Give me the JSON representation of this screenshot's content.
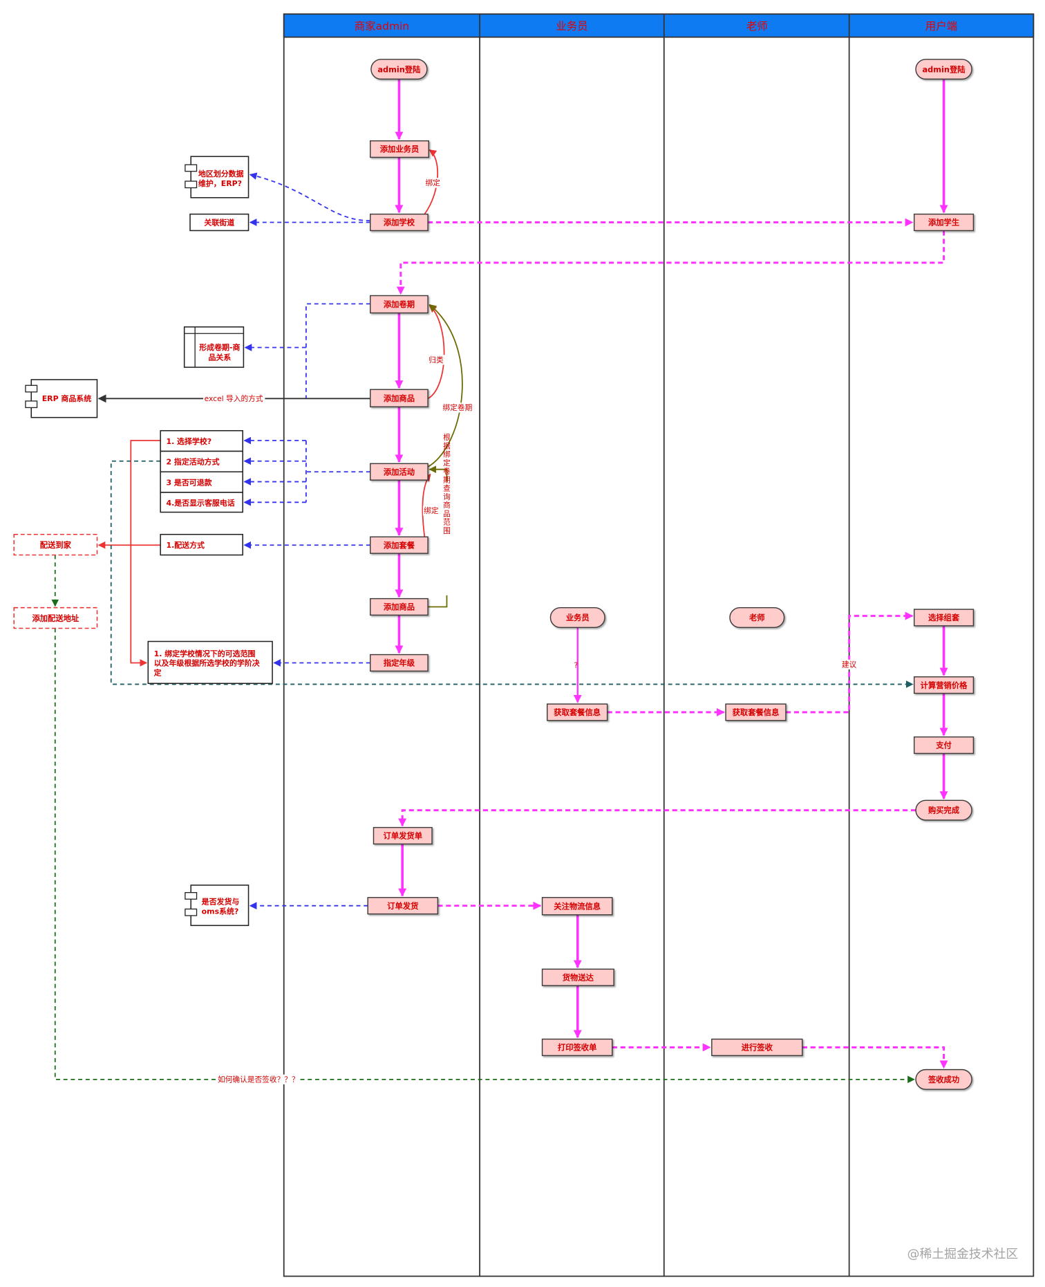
{
  "lanes": [
    {
      "title": "商家admin"
    },
    {
      "title": "业务员"
    },
    {
      "title": "老师"
    },
    {
      "title": "用户端"
    }
  ],
  "merchant": {
    "admin_login": "admin登陆",
    "add_salesperson": "添加业务员",
    "add_school": "添加学校",
    "add_issue": "添加卷期",
    "add_product": "添加商品",
    "add_activity": "添加活动",
    "add_package": "添加套餐",
    "add_product_2": "添加商品",
    "assign_grade": "指定年级",
    "order_shipping_list": "订单发货单",
    "order_ship": "订单发货"
  },
  "salesperson": {
    "start": "业务员",
    "get_package": "获取套餐信息",
    "track_logistics": "关注物流信息",
    "delivered": "货物送达",
    "print_receipt": "打印签收单"
  },
  "teacher": {
    "start": "老师",
    "get_package": "获取套餐信息",
    "sign": "进行签收"
  },
  "user": {
    "admin_login": "admin登陆",
    "add_student": "添加学生",
    "choose_bundle": "选择组套",
    "calc_price": "计算营销价格",
    "pay": "支付",
    "purchase_done": "购买完成",
    "signed": "签收成功"
  },
  "external": {
    "region_data": [
      "地区划分数据",
      "维护，ERP?"
    ],
    "link_street": "关联街道",
    "issue_product_relation": [
      "形成卷期-商",
      "品关系"
    ],
    "erp_system": "ERP 商品系统",
    "activity_options": [
      "1. 选择学校?",
      "2 指定活动方式",
      "3 是否可退款",
      "4.是否显示客服电话"
    ],
    "delivery_method": "1.配送方式",
    "home_delivery": "配送到家",
    "add_address": "添加配送地址",
    "school_binding_note": [
      "1. 绑定学校情况下的可选范围",
      "以及年级根据所选学校的学阶决",
      "定"
    ],
    "oms": [
      "是否发货与",
      "oms系统?"
    ]
  },
  "edge_labels": {
    "bind_1": "绑定",
    "classify": "归类",
    "bind_issue": "绑定卷期",
    "excel_import": "excel 导入的方式",
    "query_range": "根据绑定卷期查询商品范围",
    "bind_2": "绑定",
    "question": "?",
    "suggest": "建议",
    "confirm_sign": "如何确认是否签收？？？"
  },
  "watermark": "@稀土掘金技术社区",
  "colors": {
    "header_bg": "#0f7bf2",
    "header_text": "#e60000",
    "node_fill": "#ffcccc",
    "node_text": "#d40000",
    "flow_main": "#ff33ff",
    "flow_relation": "#ee3333",
    "flow_issue": "#6b6b00",
    "flow_data": "#3333ee",
    "flow_teal": "#1d5e63",
    "flow_green": "#1a6e1a"
  }
}
